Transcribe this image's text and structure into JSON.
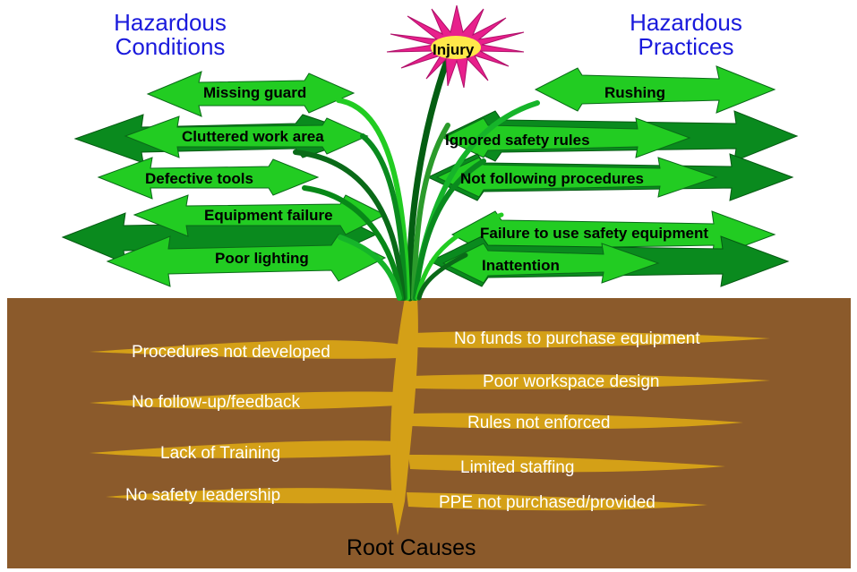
{
  "headings": {
    "left": [
      "Hazardous",
      "Conditions"
    ],
    "right": [
      "Hazardous",
      "Practices"
    ]
  },
  "flower": {
    "label": "Injury"
  },
  "leaves_left": [
    "Missing guard",
    "Cluttered work area",
    "Defective tools",
    "Equipment failure",
    "Poor lighting"
  ],
  "leaves_right": [
    "Rushing",
    "Ignored safety rules",
    "Not following procedures",
    "Failure to use safety equipment",
    "Inattention"
  ],
  "roots_left": [
    "Procedures not developed",
    "No follow-up/feedback",
    "Lack of Training",
    "No safety leadership"
  ],
  "roots_right": [
    "No funds to purchase equipment",
    "Poor workspace design",
    "Rules not enforced",
    "Limited staffing",
    "PPE not purchased/provided"
  ],
  "footer": "Root Causes",
  "colors": {
    "soil": "#8b5a2b",
    "root": "#d4a017",
    "leaf_light": "#22cc22",
    "leaf_dark": "#0a8a1e",
    "stem_dark": "#045e12",
    "flower_outer": "#e8208c",
    "flower_inner": "#ffe84a",
    "heading": "#1a1adc"
  }
}
